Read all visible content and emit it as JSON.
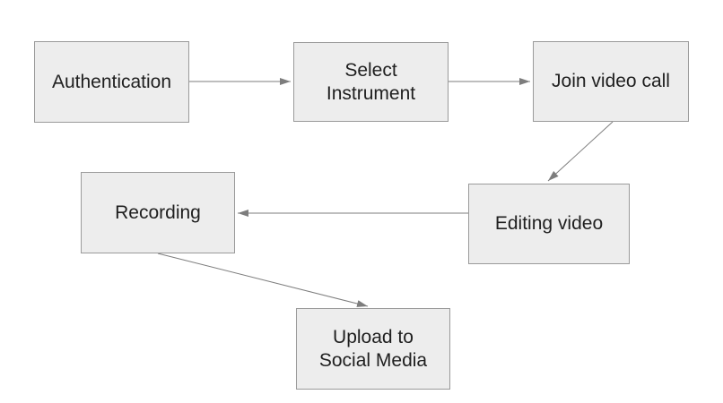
{
  "diagram": {
    "type": "flowchart",
    "nodes": [
      {
        "id": "authentication",
        "label": "Authentication"
      },
      {
        "id": "select-instrument",
        "label": "Select\nInstrument"
      },
      {
        "id": "join-video-call",
        "label": "Join video call"
      },
      {
        "id": "editing-video",
        "label": "Editing video"
      },
      {
        "id": "recording",
        "label": "Recording"
      },
      {
        "id": "upload-social-media",
        "label": "Upload to\nSocial Media"
      }
    ],
    "edges": [
      {
        "from": "Authentication",
        "to": "Select Instrument"
      },
      {
        "from": "Select Instrument",
        "to": "Join video call"
      },
      {
        "from": "Join video call",
        "to": "Editing video"
      },
      {
        "from": "Editing video",
        "to": "Recording"
      },
      {
        "from": "Recording",
        "to": "Upload to Social Media"
      }
    ],
    "colors": {
      "background": "#ffffff",
      "node_fill": "#ededed",
      "node_border": "#9a9a9a",
      "arrow": "#7d7d7d",
      "text": "#1f1f1f"
    }
  }
}
